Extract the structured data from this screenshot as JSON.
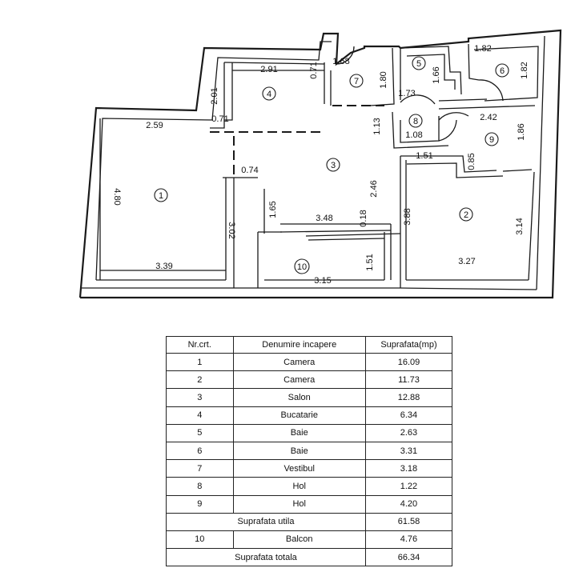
{
  "floor_plan": {
    "room_numbers": [
      "1",
      "2",
      "3",
      "4",
      "5",
      "6",
      "7",
      "8",
      "9",
      "10"
    ],
    "dimensions": [
      "2.59",
      "4.80",
      "3.02",
      "3.39",
      "0.71",
      "2.01",
      "2.91",
      "0.71",
      "1.68",
      "1.80",
      "1.66",
      "1.82",
      "1.82",
      "1.73",
      "1.13",
      "2.42",
      "1.08",
      "1.86",
      "1.51",
      "0.85",
      "0.74",
      "1.65",
      "3.48",
      "0.18",
      "2.46",
      "3.88",
      "3.14",
      "3.27",
      "1.51",
      "3.15"
    ]
  },
  "table": {
    "headers": [
      "Nr.crt.",
      "Denumire incapere",
      "Suprafata(mp)"
    ],
    "rows": [
      {
        "nr": "1",
        "name": "Camera",
        "area": "16.09"
      },
      {
        "nr": "2",
        "name": "Camera",
        "area": "11.73"
      },
      {
        "nr": "3",
        "name": "Salon",
        "area": "12.88"
      },
      {
        "nr": "4",
        "name": "Bucatarie",
        "area": "6.34"
      },
      {
        "nr": "5",
        "name": "Baie",
        "area": "2.63"
      },
      {
        "nr": "6",
        "name": "Baie",
        "area": "3.31"
      },
      {
        "nr": "7",
        "name": "Vestibul",
        "area": "3.18"
      },
      {
        "nr": "8",
        "name": "Hol",
        "area": "1.22"
      },
      {
        "nr": "9",
        "name": "Hol",
        "area": "4.20"
      }
    ],
    "subtotal_label": "Suprafata utila",
    "subtotal_value": "61.58",
    "balcony": {
      "nr": "10",
      "name": "Balcon",
      "area": "4.76"
    },
    "total_label": "Suprafata totala",
    "total_value": "66.34"
  }
}
